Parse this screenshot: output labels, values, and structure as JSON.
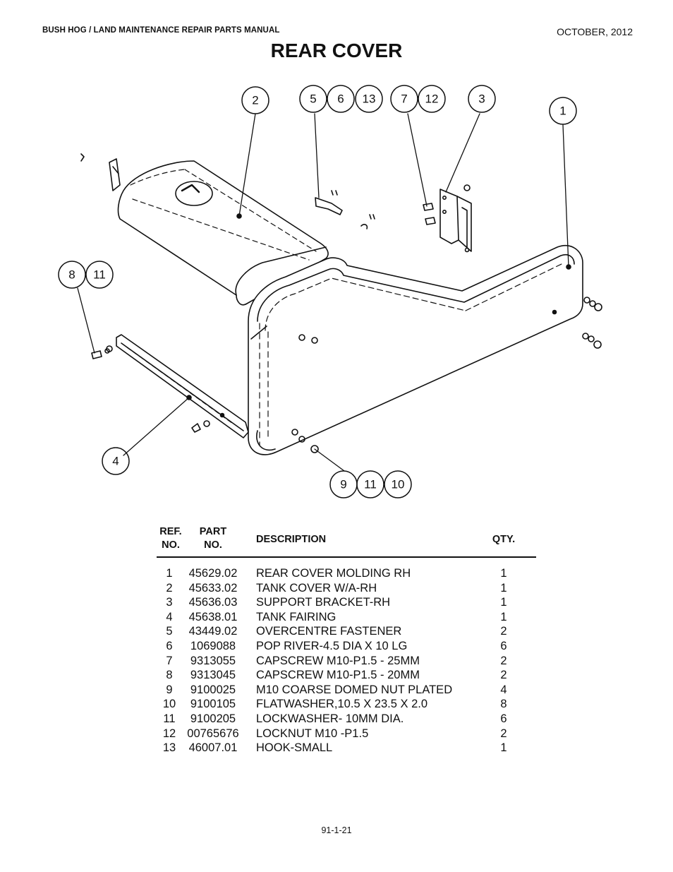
{
  "header": {
    "manual_title": "BUSH HOG / LAND MAINTENANCE REPAIR PARTS MANUAL",
    "date": "OCTOBER, 2012"
  },
  "page_title": "REAR COVER",
  "diagram": {
    "callouts": [
      "2",
      "5",
      "6",
      "13",
      "7",
      "12",
      "3",
      "1",
      "8",
      "11",
      "4",
      "9",
      "11",
      "10"
    ]
  },
  "table": {
    "headers": {
      "ref_line1": "REF.",
      "ref_line2": "NO.",
      "part_line1": "PART",
      "part_line2": "NO.",
      "description": "DESCRIPTION",
      "qty": "QTY."
    },
    "rows": [
      {
        "ref": "1",
        "part": "45629.02",
        "description": "REAR COVER MOLDING RH",
        "qty": "1"
      },
      {
        "ref": "2",
        "part": "45633.02",
        "description": "TANK COVER W/A-RH",
        "qty": "1"
      },
      {
        "ref": "3",
        "part": "45636.03",
        "description": "SUPPORT BRACKET-RH",
        "qty": "1"
      },
      {
        "ref": "4",
        "part": "45638.01",
        "description": "TANK FAIRING",
        "qty": "1"
      },
      {
        "ref": "5",
        "part": "43449.02",
        "description": "OVERCENTRE FASTENER",
        "qty": "2"
      },
      {
        "ref": "6",
        "part": "1069088",
        "description": "POP RIVER-4.5 DIA X 10 LG",
        "qty": "6"
      },
      {
        "ref": "7",
        "part": "9313055",
        "description": "CAPSCREW M10-P1.5 - 25MM",
        "qty": "2"
      },
      {
        "ref": "8",
        "part": "9313045",
        "description": "CAPSCREW M10-P1.5 - 20MM",
        "qty": "2"
      },
      {
        "ref": "9",
        "part": "9100025",
        "description": "M10 COARSE DOMED NUT PLATED",
        "qty": "4"
      },
      {
        "ref": "10",
        "part": "9100105",
        "description": "FLATWASHER,10.5 X 23.5 X 2.0",
        "qty": "8"
      },
      {
        "ref": "11",
        "part": "9100205",
        "description": "LOCKWASHER- 10MM DIA.",
        "qty": "6"
      },
      {
        "ref": "12",
        "part": "00765676",
        "description": "LOCKNUT M10 -P1.5",
        "qty": "2"
      },
      {
        "ref": "13",
        "part": "46007.01",
        "description": "HOOK-SMALL",
        "qty": "1"
      }
    ]
  },
  "footer": {
    "page_number": "91-1-21"
  }
}
